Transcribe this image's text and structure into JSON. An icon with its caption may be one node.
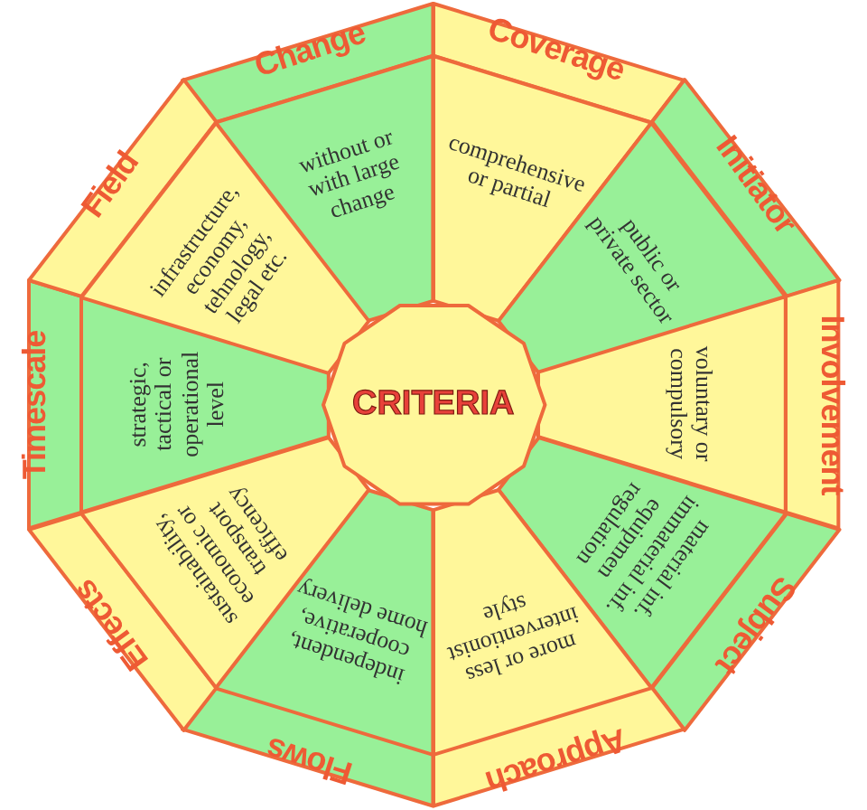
{
  "diagram": {
    "nodes": [
      {
        "text": [
          "CRITERIA"
        ]
      },
      {
        "text": [
          "Change"
        ]
      },
      {
        "text": [
          "without or with large change"
        ]
      },
      {
        "text": [
          "Coverage"
        ]
      },
      {
        "text": [
          "comprehensive or partial"
        ]
      },
      {
        "text": [
          "Initiator"
        ]
      },
      {
        "text": [
          "public or private sector"
        ]
      },
      {
        "text": [
          "Involvement"
        ]
      },
      {
        "text": [
          "voluntary or compulsory"
        ]
      },
      {
        "text": [
          "Subject"
        ]
      },
      {
        "text": [
          "material inf. immaterial inf. equipmen regulation"
        ]
      },
      {
        "text": [
          "Approach"
        ]
      },
      {
        "text": [
          "more or less interventionist style"
        ]
      },
      {
        "text": [
          "Flows"
        ]
      },
      {
        "text": [
          "independent, cooperative, home delivery"
        ]
      },
      {
        "text": [
          "Effects"
        ]
      },
      {
        "text": [
          "sustainability, economic or transport efficency"
        ]
      },
      {
        "text": [
          "Timescale"
        ]
      },
      {
        "text": [
          "strategic, tactical or operational level"
        ]
      },
      {
        "text": [
          "Field"
        ]
      },
      {
        "text": [
          "infrastructure, economy, tehnology, legal etc."
        ]
      }
    ]
  }
}
